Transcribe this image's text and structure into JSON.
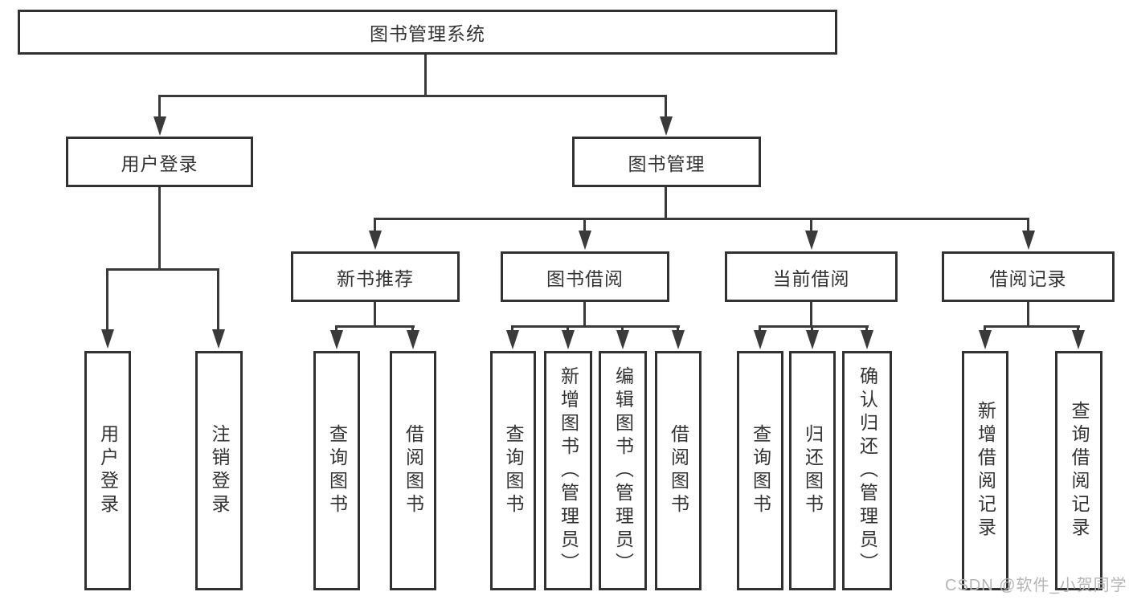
{
  "diagram": {
    "root": "图书管理系统",
    "level2": {
      "user_login": "用户登录",
      "book_management": "图书管理"
    },
    "level3": {
      "new_book_recommend": "新书推荐",
      "book_borrow": "图书借阅",
      "current_borrow": "当前借阅",
      "borrow_records": "借阅记录"
    },
    "level4": {
      "user_login": [
        "用户登录",
        "注销登录"
      ],
      "new_book_recommend": [
        "查询图书",
        "借阅图书"
      ],
      "book_borrow": [
        "查询图书",
        "新增图书（管理员）",
        "编辑图书（管理员）",
        "借阅图书"
      ],
      "current_borrow": [
        "查询图书",
        "归还图书",
        "确认归还（管理员）"
      ],
      "borrow_records": [
        "新增借阅记录",
        "查询借阅记录"
      ]
    }
  },
  "watermark": "CSDN @软件_小贺同学",
  "colors": {
    "line": "#3a3a3a",
    "border": "#323232",
    "text": "#333333",
    "watermark": "#b5b5b5",
    "background": "#ffffff"
  }
}
